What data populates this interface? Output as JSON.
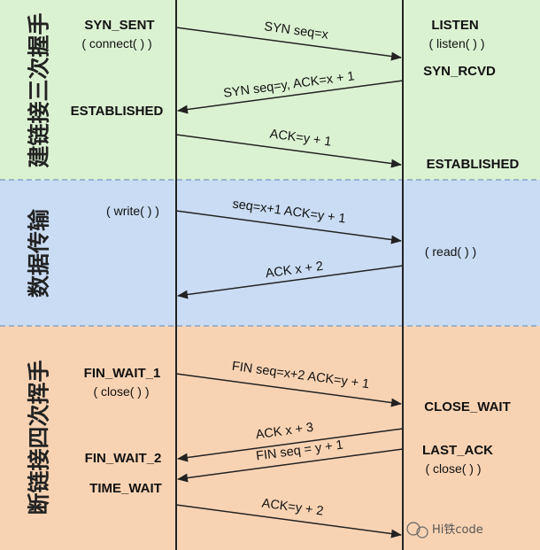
{
  "colors": {
    "handshake_bg": "#dbf2d2",
    "transfer_bg": "#c9dcf3",
    "teardown_bg": "#f8d3b3",
    "lifeline": "#222222",
    "divider": "#8aa2c4"
  },
  "phases": {
    "handshake": "建链接三次握手",
    "transfer": "数据传输",
    "teardown": "断链接四次挥手"
  },
  "client": {
    "syn_sent": "SYN_SENT",
    "connect": "( connect( ) )",
    "established": "ESTABLISHED",
    "write": "( write( ) )",
    "fin_wait_1": "FIN_WAIT_1",
    "close": "( close( ) )",
    "fin_wait_2": "FIN_WAIT_2",
    "time_wait": "TIME_WAIT"
  },
  "server": {
    "listen": "LISTEN",
    "listen_call": "( listen( ) )",
    "syn_rcvd": "SYN_RCVD",
    "established": "ESTABLISHED",
    "read": "( read( ) )",
    "close_wait": "CLOSE_WAIT",
    "last_ack": "LAST_ACK",
    "close": "( close( ) )"
  },
  "messages": {
    "syn": "SYN seq=x",
    "syn_ack": "SYN seq=y, ACK=x + 1",
    "ack_1": "ACK=y + 1",
    "data": "seq=x+1 ACK=y + 1",
    "data_ack": "ACK x + 2",
    "fin_1": "FIN seq=x+2 ACK=y + 1",
    "ack_2": "ACK x + 3",
    "fin_2": "FIN seq = y + 1",
    "ack_3": "ACK=y + 2"
  },
  "watermark": {
    "text": "Hi铁code"
  }
}
